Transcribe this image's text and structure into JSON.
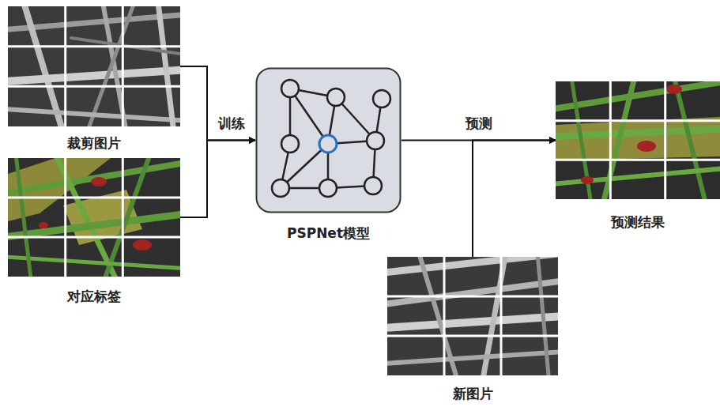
{
  "diagram": {
    "nodes": [
      {
        "text": [
          "裁剪图片"
        ]
      },
      {
        "text": [
          "对应标签"
        ]
      },
      {
        "text": [
          "PSPNet模型"
        ]
      },
      {
        "text": [
          "预测结果"
        ]
      },
      {
        "text": [
          "新图片"
        ]
      }
    ],
    "edges": [
      {
        "from": 0,
        "to": 2,
        "arrow": "to",
        "label": "训练"
      },
      {
        "from": 1,
        "to": 2,
        "arrow": "to"
      },
      {
        "from": 2,
        "to": 3,
        "arrow": "to",
        "label": "预测"
      },
      {
        "from": 4,
        "to": 3,
        "arrow": "to"
      }
    ]
  }
}
